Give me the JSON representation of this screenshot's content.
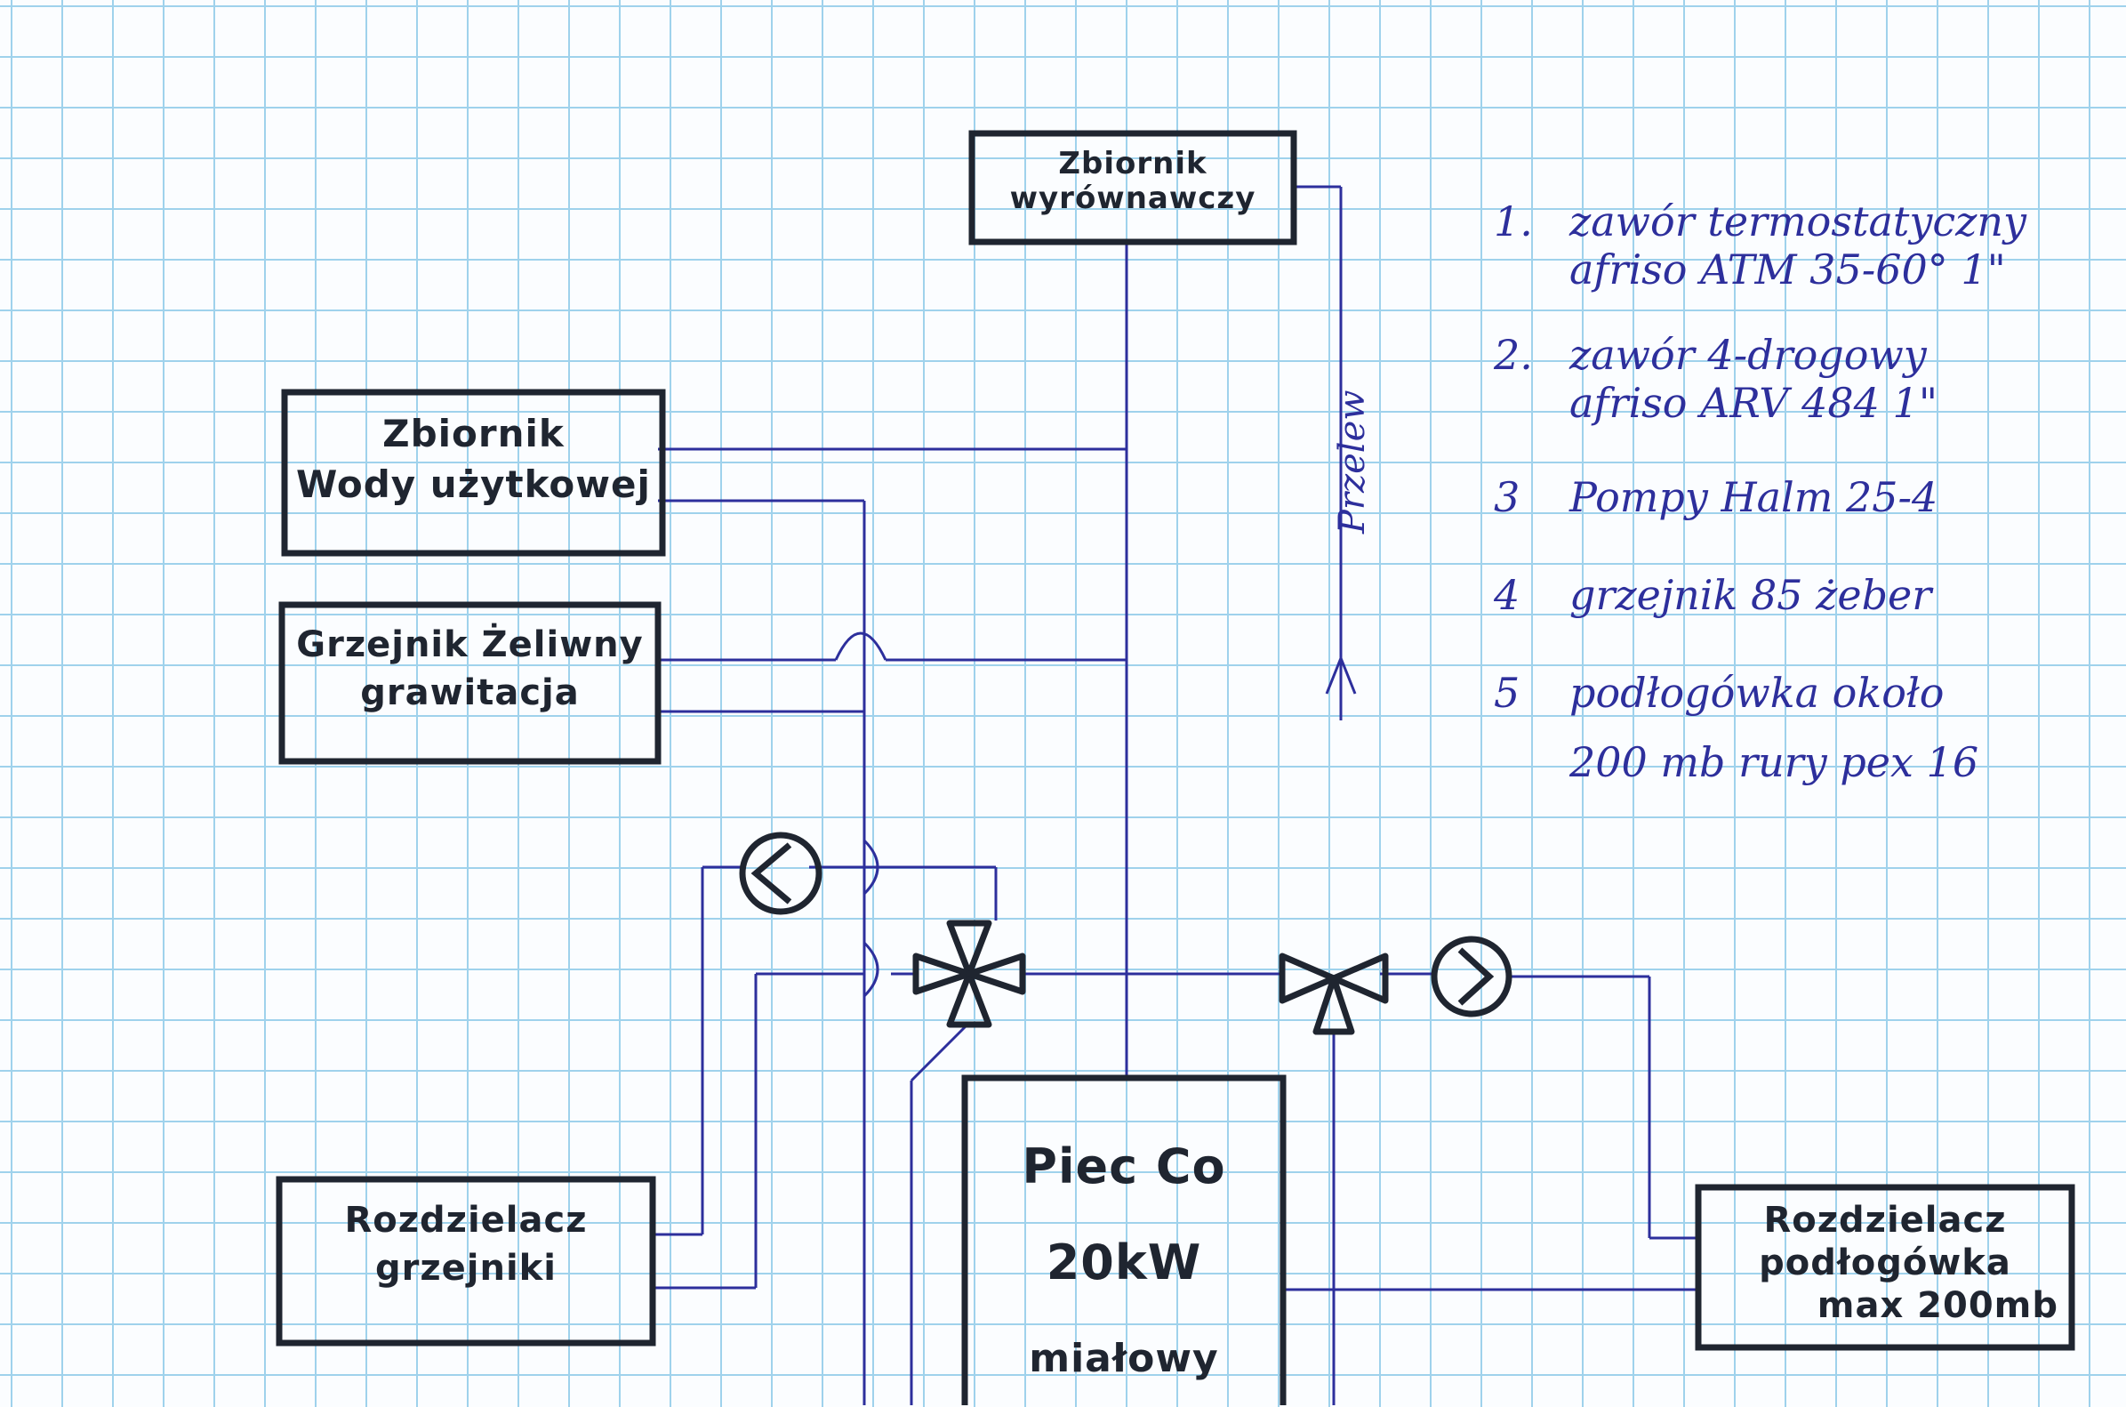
{
  "diagram": {
    "boxes": {
      "expansion_tank": [
        "Zbiornik",
        "wyrównawczy"
      ],
      "water_tank": [
        "Zbiornik",
        "Wody użytkowej"
      ],
      "radiator_gravity": [
        "Grzejnik Żeliwny",
        "grawitacja"
      ],
      "distributor_radiators": [
        "Rozdzielacz",
        "grzejniki"
      ],
      "boiler": [
        "Piec Co",
        "20kW",
        "miałowy"
      ],
      "distributor_floor": [
        "Rozdzielacz",
        "podłogówka",
        "max 200mb"
      ]
    },
    "flow_label": "Przelew",
    "notes": [
      {
        "num": "1.",
        "lines": [
          "zawór termostatyczny",
          "afriso ATM 35-60° 1\""
        ]
      },
      {
        "num": "2.",
        "lines": [
          "zawór 4-drogowy",
          "afriso ARV 484 1\""
        ]
      },
      {
        "num": "3",
        "lines": [
          "Pompy Halm 25-4"
        ]
      },
      {
        "num": "4",
        "lines": [
          "grzejnik 85 żeber"
        ]
      },
      {
        "num": "5",
        "lines": [
          "podłogówka około",
          "200 mb rury pex 16"
        ]
      }
    ]
  },
  "colors": {
    "ink_dark": "#1f2530",
    "ink_blue": "#2d2f9c",
    "grid": "#9fd2ec",
    "paper": "#fbfdff"
  }
}
